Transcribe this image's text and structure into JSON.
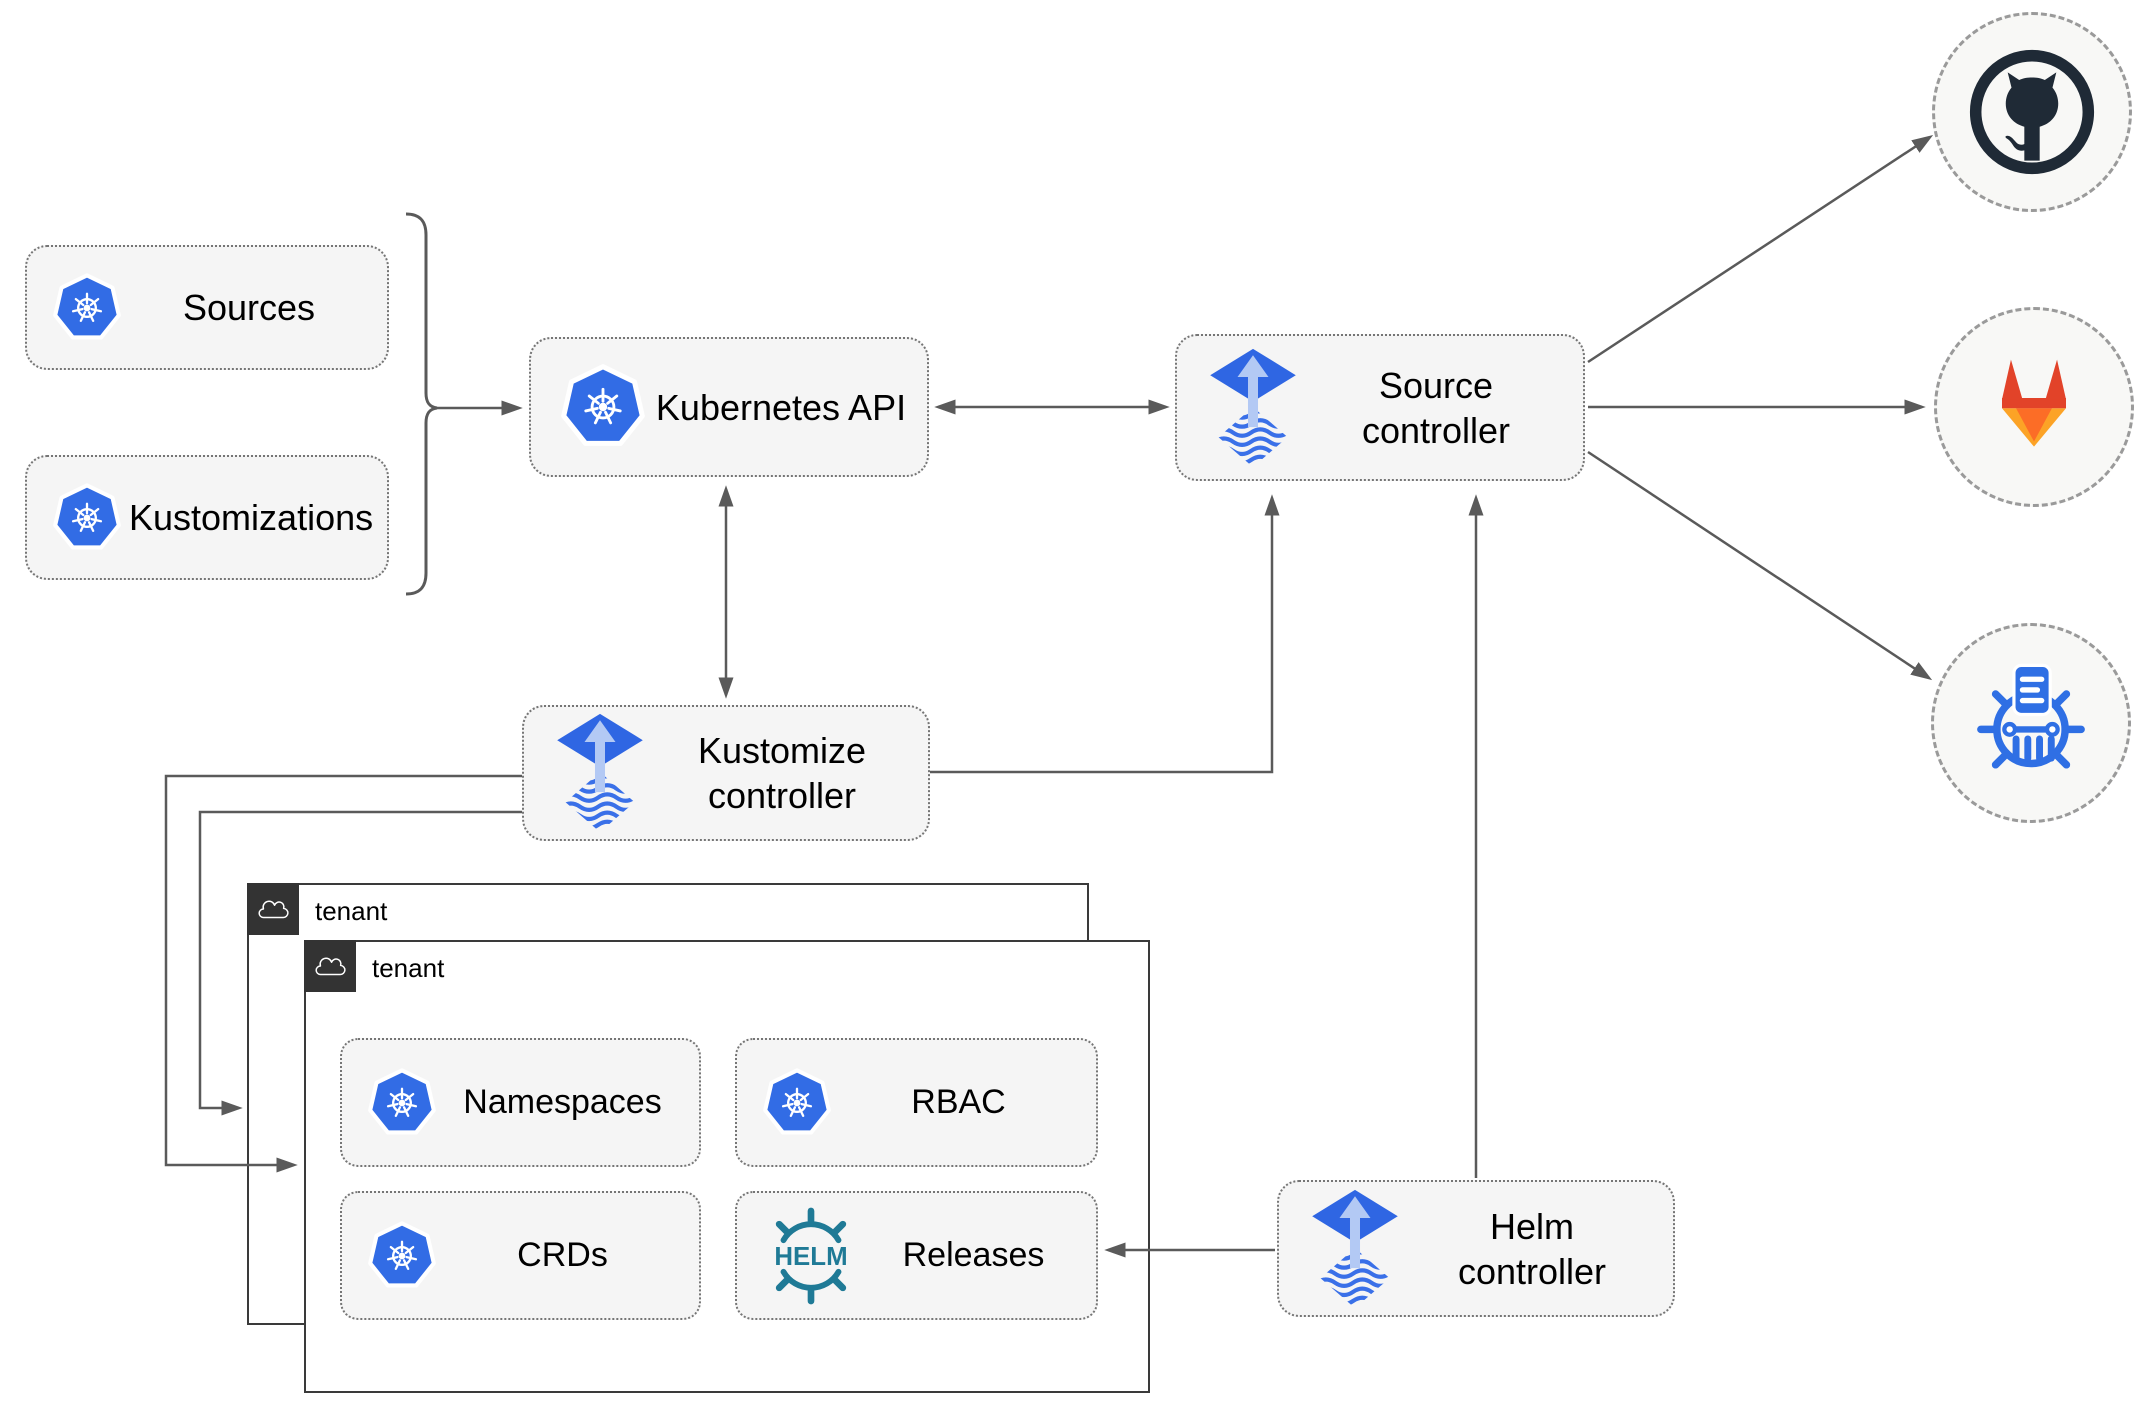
{
  "diagram": {
    "type": "flux-gitops-multi-tenancy-architecture"
  },
  "nodes": {
    "sources": {
      "label": "Sources",
      "icon": "kubernetes-icon"
    },
    "kustomizations": {
      "label": "Kustomizations",
      "icon": "kubernetes-icon"
    },
    "kubernetes_api": {
      "label": "Kubernetes API",
      "icon": "kubernetes-icon"
    },
    "source_controller": {
      "label": "Source controller",
      "icon": "flux-icon"
    },
    "kustomize_controller": {
      "label": "Kustomize controller",
      "icon": "flux-icon"
    },
    "helm_controller": {
      "label": "Helm controller",
      "icon": "flux-icon"
    },
    "tenant_back": {
      "label": "tenant",
      "icon": "cloud-icon"
    },
    "tenant_front": {
      "label": "tenant",
      "icon": "cloud-icon"
    },
    "namespaces": {
      "label": "Namespaces",
      "icon": "kubernetes-icon"
    },
    "rbac": {
      "label": "RBAC",
      "icon": "kubernetes-icon"
    },
    "crds": {
      "label": "CRDs",
      "icon": "kubernetes-icon"
    },
    "releases": {
      "label": "Releases",
      "icon": "helm-icon"
    },
    "github": {
      "icon": "github-icon"
    },
    "gitlab": {
      "icon": "gitlab-icon"
    },
    "helm_repository": {
      "icon": "helm-repository-icon"
    }
  },
  "icons": {
    "helm": {
      "text": "HELM"
    }
  },
  "colors": {
    "kubernetes_blue": "#326ce5",
    "flux_blue": "#2f66e3",
    "flux_arrow_light": "#b3c9f4",
    "github_dark": "#1f2a36",
    "gitlab_red": "#e24329",
    "gitlab_orange": "#fc6d26",
    "gitlab_yellow": "#fca326",
    "helm_teal": "#1f7a96",
    "helm_repository_blue": "#2f6fe4",
    "node_background": "#f5f5f5",
    "tenant_tab_background": "#333333",
    "connector_gray": "#5a5a5a"
  },
  "edges": [
    {
      "from": "sources_and_kustomizations_bracket",
      "to": "kubernetes_api",
      "style": "arrow"
    },
    {
      "from": "kubernetes_api",
      "to": "source_controller",
      "style": "double-arrow"
    },
    {
      "from": "kubernetes_api",
      "to": "kustomize_controller",
      "style": "double-arrow"
    },
    {
      "from": "kustomize_controller",
      "to": "source_controller",
      "style": "arrow"
    },
    {
      "from": "kustomize_controller",
      "to": "tenant_front",
      "style": "arrow"
    },
    {
      "from": "kustomize_controller",
      "to": "tenant_back",
      "style": "arrow"
    },
    {
      "from": "helm_controller",
      "to": "source_controller",
      "style": "arrow"
    },
    {
      "from": "helm_controller",
      "to": "releases",
      "style": "arrow"
    },
    {
      "from": "source_controller",
      "to": "github",
      "style": "arrow"
    },
    {
      "from": "source_controller",
      "to": "gitlab",
      "style": "arrow"
    },
    {
      "from": "source_controller",
      "to": "helm_repository",
      "style": "arrow"
    }
  ]
}
